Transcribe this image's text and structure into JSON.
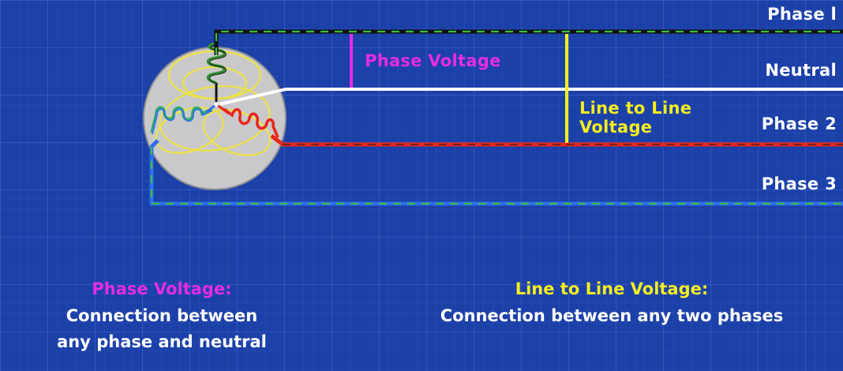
{
  "lines": {
    "phase1": "Phase l",
    "neutral": "Neutral",
    "phase2": "Phase 2",
    "phase3": "Phase 3"
  },
  "annotations": {
    "phase_voltage": "Phase Voltage",
    "line_to_line_1": "Line to Line",
    "line_to_line_2": "Voltage"
  },
  "definitions": {
    "phase_voltage": {
      "title": "Phase Voltage:",
      "line1": "Connection between",
      "line2": "any phase and neutral"
    },
    "line_to_line": {
      "title": "Line to Line Voltage:",
      "line1": "Connection between any two phases"
    }
  },
  "colors": {
    "background": "#1b40a8",
    "phase1_wire": "#111111",
    "phase2_wire": "#e8261c",
    "phase3_wire": "#2e6cf0",
    "neutral_wire": "#ffffff",
    "earth_stripe": "#3bbf3b",
    "phase_voltage_marker": "#e62be6",
    "line_voltage_marker": "#f5ee1e",
    "coil_phase1": "#2f8f2f",
    "coil_phase2": "#e8261c",
    "coil_phase3": "#2faa6a"
  }
}
